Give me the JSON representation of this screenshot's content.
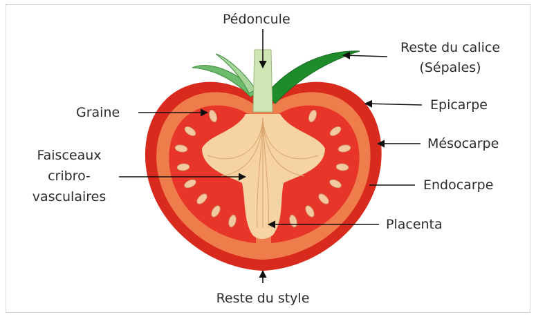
{
  "labels": {
    "pedoncule": "Pédoncule",
    "reste_calice_line1": "Reste du calice",
    "reste_calice_line2": "(Sépales)",
    "epicarpe": "Epicarpe",
    "mesocarpe": "Mésocarpe",
    "endocarpe": "Endocarpe",
    "placenta": "Placenta",
    "graine": "Graine",
    "faisceaux_line1": "Faisceaux",
    "faisceaux_line2": "cribro-",
    "faisceaux_line3": "vasculaires",
    "reste_style": "Reste du style"
  },
  "colors": {
    "epicarpe": "#d92b1d",
    "mesocarpe": "#ef7d4b",
    "endocarpe_loculus": "#e8352a",
    "placenta": "#f5d3a3",
    "seed": "#f2c9a0",
    "stem": "#cfe5b3",
    "sepal_light": "#6dbb6d",
    "sepal_dark": "#1f8c2b",
    "pointer": "#111111"
  }
}
